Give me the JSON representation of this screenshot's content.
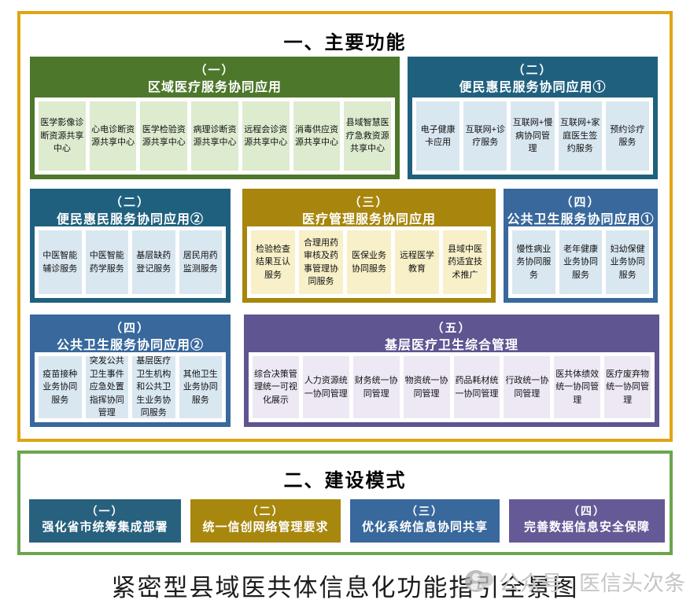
{
  "main_functions": {
    "title": "一、主要功能",
    "border_color": "#E0A413",
    "sections": [
      {
        "number": "（一）",
        "name": "区域医疗服务协同应用",
        "color": "#4D772B",
        "cell_color": "#DDEBCF",
        "items": [
          "医学影像诊断资源共享中心",
          "心电诊断资源共享中心",
          "医学检验资源共享中心",
          "病理诊断资源共享中心",
          "远程会诊资源共享中心",
          "消毒供应资源共享中心",
          "县域智慧医疗急救资源共享中心"
        ]
      },
      {
        "number": "（二）",
        "name": "便民惠民服务协同应用①",
        "color": "#20607F",
        "cell_color": "#D9E7F1",
        "items": [
          "电子健康卡应用",
          "互联网+诊疗服务",
          "互联网+慢病协同管理",
          "互联网+家庭医生签约服务",
          "预约诊疗服务"
        ]
      },
      {
        "number": "（二）",
        "name": "便民惠民服务协同应用②",
        "color": "#20607F",
        "cell_color": "#D9E7F1",
        "items": [
          "中医智能辅诊服务",
          "中医智能药学服务",
          "基层缺药登记服务",
          "居民用药监测服务"
        ]
      },
      {
        "number": "（三）",
        "name": "医疗管理服务协同应用",
        "color": "#A8860D",
        "cell_color": "#F7F0C8",
        "items": [
          "检验检查结果互认服务",
          "合理用药审核及药事管理协同服务",
          "医保业务协同服务",
          "远程医学教育",
          "县域中医药适宜技术推广"
        ]
      },
      {
        "number": "（四）",
        "name": "公共卫生服务协同应用①",
        "color": "#38689C",
        "cell_color": "#D9E7F1",
        "items": [
          "慢性病业务协同服务",
          "老年健康业务协同服务",
          "妇幼保健业务协同服务"
        ]
      },
      {
        "number": "（四）",
        "name": "公共卫生服务协同应用②",
        "color": "#38689C",
        "cell_color": "#D9E7F1",
        "items": [
          "疫苗接种业务协同服务",
          "突发公共卫生事件应急处置指挥协同管理",
          "基层医疗卫生机构和公共卫生业务协同服务",
          "其他卫生业务协同服务"
        ]
      },
      {
        "number": "（五）",
        "name": "基层医疗卫生综合管理",
        "color": "#5E5591",
        "cell_color": "#EDE8F4",
        "items": [
          "综合决策管理统一可视化展示",
          "人力资源统一协同管理",
          "财务统一协同管理",
          "物资统一协同管理",
          "药品耗材统一协同管理",
          "行政统一协同管理",
          "医共体绩效统一协同管理",
          "医疗废弃物统一协同管理"
        ]
      }
    ]
  },
  "construction_modes": {
    "title": "二、建设模式",
    "border_color": "#6CA54C",
    "items": [
      {
        "number": "（一）",
        "name": "强化省市统筹集成部署",
        "color": "#27617E"
      },
      {
        "number": "（二）",
        "name": "统一信创网络管理要求",
        "color": "#A8870E"
      },
      {
        "number": "（三）",
        "name": "优化系统信息协同共享",
        "color": "#38689C"
      },
      {
        "number": "（四）",
        "name": "完善数据信息安全保障",
        "color": "#655A96"
      }
    ]
  },
  "footer": {
    "caption": "紧密型县域医共体信息化功能指引全景图",
    "watermark": {
      "icon": "wechat-official-account-icon",
      "label": "公众号",
      "separator": "·",
      "source": "医信头次条",
      "color": "#C6C6C6"
    }
  }
}
